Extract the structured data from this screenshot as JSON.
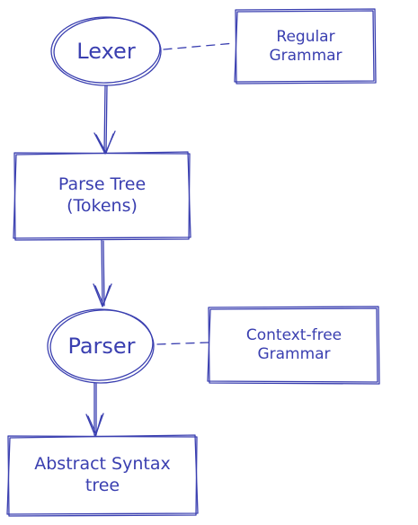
{
  "diagram": {
    "colors": {
      "stroke": "#3a3fb0",
      "text": "#3a3fb0",
      "background": "#ffffff"
    },
    "nodes": {
      "lexer": {
        "label": "Lexer",
        "shape": "ellipse"
      },
      "regular_grammar": {
        "label": "Regular\nGrammar",
        "shape": "rectangle"
      },
      "parse_tree": {
        "label": "Parse Tree\n(Tokens)",
        "shape": "rectangle"
      },
      "parser": {
        "label": "Parser",
        "shape": "ellipse"
      },
      "context_free_grammar": {
        "label": "Context-free\nGrammar",
        "shape": "rectangle"
      },
      "ast": {
        "label": "Abstract Syntax\ntree",
        "shape": "rectangle"
      }
    },
    "edges": [
      {
        "from": "lexer",
        "to": "parse_tree",
        "style": "arrow"
      },
      {
        "from": "parse_tree",
        "to": "parser",
        "style": "arrow"
      },
      {
        "from": "parser",
        "to": "ast",
        "style": "arrow"
      },
      {
        "from": "lexer",
        "to": "regular_grammar",
        "style": "dashed"
      },
      {
        "from": "parser",
        "to": "context_free_grammar",
        "style": "dashed"
      }
    ]
  }
}
